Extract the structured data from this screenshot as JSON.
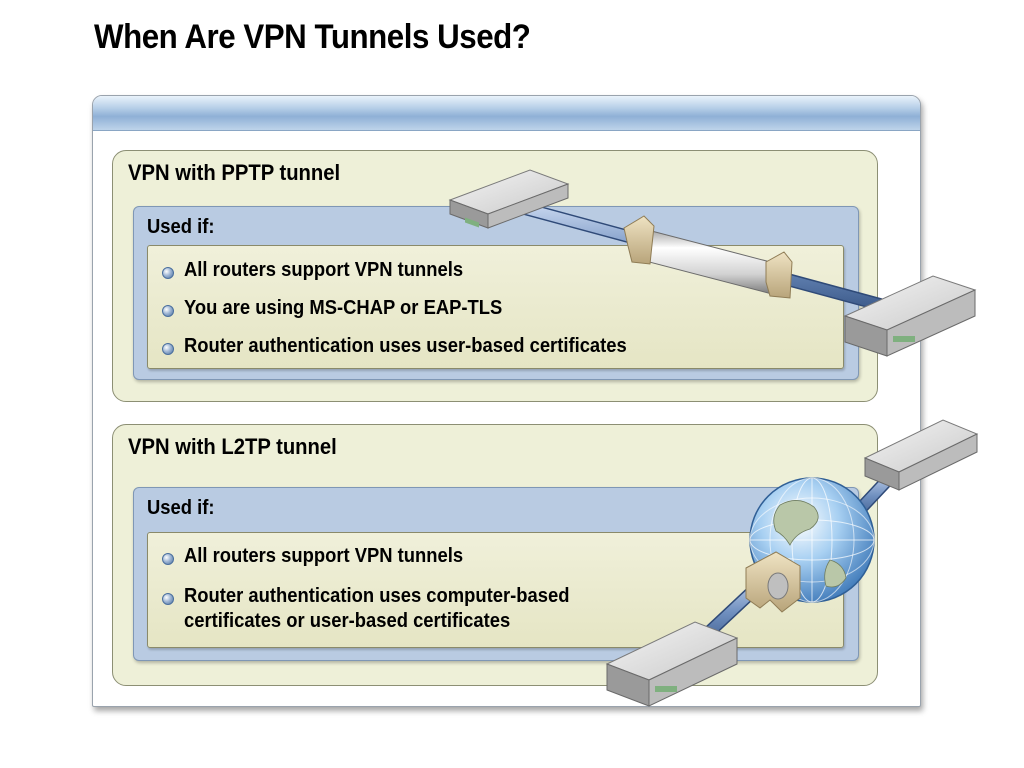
{
  "slide": {
    "title": "When Are VPN Tunnels Used?"
  },
  "sections": [
    {
      "title": "VPN with PPTP tunnel",
      "used_if_label": "Used if:",
      "items": [
        "All routers support VPN tunnels",
        "You are using MS-CHAP or EAP-TLS",
        "Router authentication uses user-based certificates"
      ]
    },
    {
      "title": "VPN with L2TP tunnel",
      "used_if_label": "Used if:",
      "items": [
        "All routers support VPN tunnels",
        "Router authentication uses computer-based\ncertificates or user-based certificates"
      ]
    }
  ],
  "colors": {
    "section_bg": "#eef0d8",
    "used_bg": "#b9cbe2",
    "header_blue": "#8fb0d6",
    "pipe_blue": "#6f8fbf"
  },
  "icons": [
    "router-icon",
    "tunnel-icon",
    "globe-icon",
    "bullet-icon"
  ]
}
